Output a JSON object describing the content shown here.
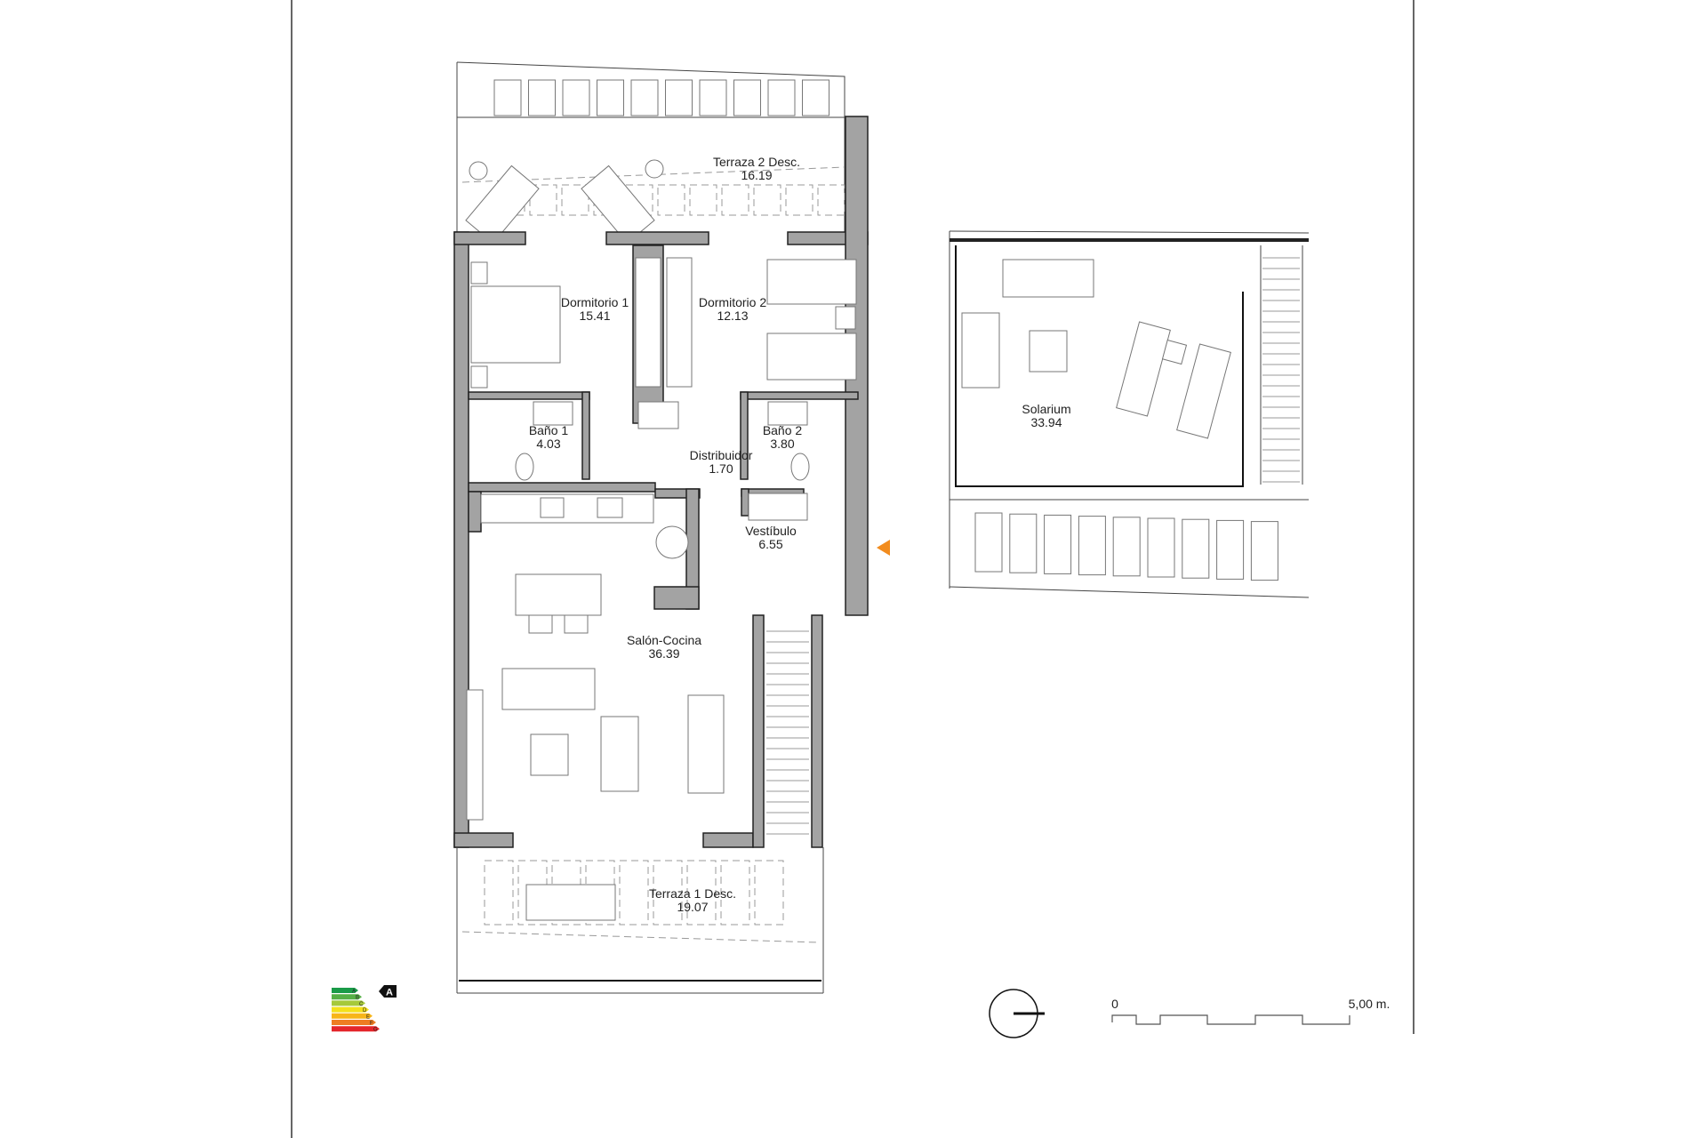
{
  "plan": {
    "rooms": [
      {
        "name": "Terraza 2 Desc.",
        "area": "16.19"
      },
      {
        "name": "Dormitorio 1",
        "area": "15.41"
      },
      {
        "name": "Dormitorio 2",
        "area": "12.13"
      },
      {
        "name": "Baño 1",
        "area": "4.03"
      },
      {
        "name": "Baño 2",
        "area": "3.80"
      },
      {
        "name": "Distribuidor",
        "area": "1.70"
      },
      {
        "name": "Vestíbulo",
        "area": "6.55"
      },
      {
        "name": "Salón-Cocina",
        "area": "36.39"
      },
      {
        "name": "Terraza 1 Desc.",
        "area": "19.07"
      },
      {
        "name": "Solarium",
        "area": "33.94"
      }
    ],
    "entrance_marker_color": "#f28c1e",
    "wall_color": "#a3a3a3"
  },
  "energy_label": {
    "classes": [
      "A",
      "B",
      "C",
      "D",
      "E",
      "F",
      "G"
    ],
    "colors": [
      "#1a9b48",
      "#55b046",
      "#a6c93a",
      "#f4e11a",
      "#f7b519",
      "#ee7d22",
      "#e4262b"
    ],
    "rating": "A"
  },
  "north_arrow": {
    "icon": "north-arrow-icon"
  },
  "scale_bar": {
    "start_label": "0",
    "end_label": "5,00 m."
  }
}
